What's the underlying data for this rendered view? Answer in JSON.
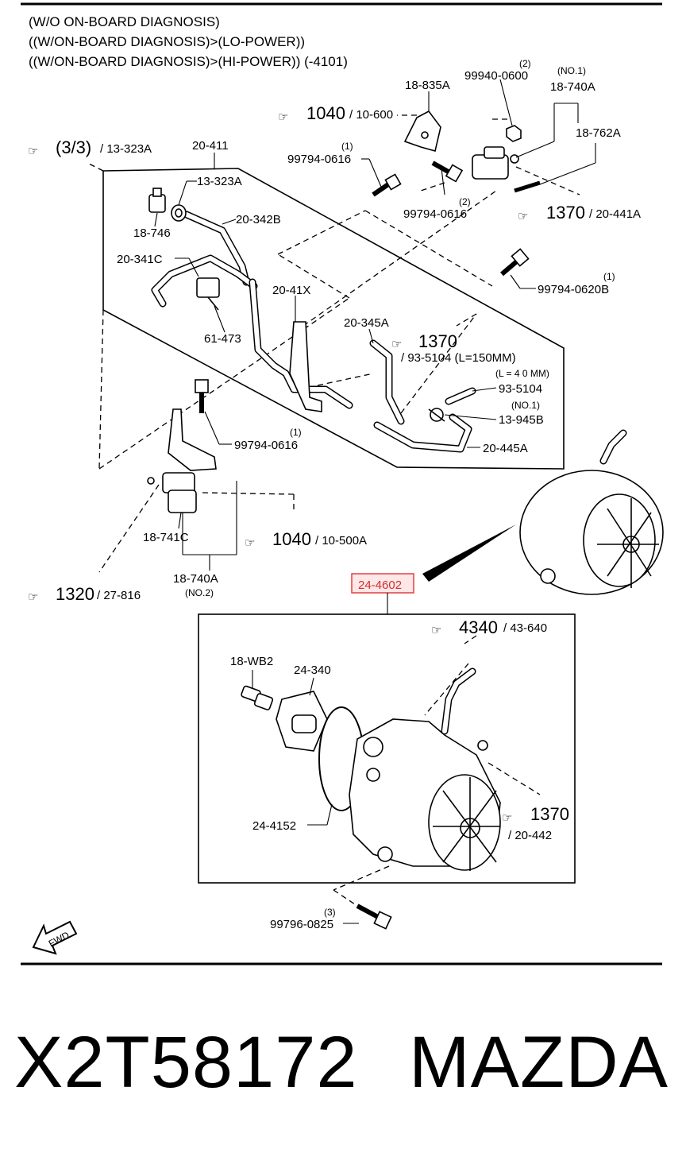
{
  "header": {
    "line1": "(W/O ON-BOARD DIAGNOSIS)",
    "line2": "((W/ON-BOARD DIAGNOSIS)>(LO-POWER))",
    "line3": "((W/ON-BOARD DIAGNOSIS)>(HI-POWER)) (-4101)"
  },
  "refs": [
    {
      "id": "ref-1040-10600",
      "num": "1040",
      "sub": "/ 10-600"
    },
    {
      "id": "ref-3-3",
      "num": "(3/3)",
      "sub": "/ 13-323A"
    },
    {
      "id": "ref-1370-20441a",
      "num": "1370",
      "sub": "/ 20-441A"
    },
    {
      "id": "ref-1370-935104",
      "num": "1370",
      "sub": "/ 93-5104 (L=150MM)"
    },
    {
      "id": "ref-1040-10500a",
      "num": "1040",
      "sub": "/ 10-500A"
    },
    {
      "id": "ref-1320-27816",
      "num": "1320",
      "sub": "/ 27-816"
    },
    {
      "id": "ref-4340-43640",
      "num": "4340",
      "sub": "/ 43-640"
    },
    {
      "id": "ref-1370-20442",
      "num": "1370",
      "sub": "/ 20-442"
    }
  ],
  "labels": {
    "p18835a": "18-835A",
    "p99940": "99940-0600",
    "p99940_qty": "(2)",
    "p18740a_no1": "(NO.1)",
    "p18740a": "18-740A",
    "p18762a": "18-762A",
    "p20411": "20-411",
    "p99794_0616_a_qty": "(1)",
    "p99794_0616_a": "99794-0616",
    "p13323a": "13-323A",
    "p99794_0616_b_qty": "(2)",
    "p99794_0616_b": "99794-0616",
    "p18746": "18-746",
    "p20342b": "20-342B",
    "p20341c": "20-341C",
    "p99794_0620b_qty": "(1)",
    "p99794_0620b": "99794-0620B",
    "p20_41x": "20-41X",
    "p61473": "61-473",
    "p20345a": "20-345A",
    "p935104_len": "(L = 4 0 MM)",
    "p935104": "93-5104",
    "p13945b_no1": "(NO.1)",
    "p13945b": "13-945B",
    "p99794_0616_c_qty": "(1)",
    "p99794_0616_c": "99794-0616",
    "p20445a": "20-445A",
    "p18741c": "18-741C",
    "p18740a2": "18-740A",
    "p18740a2_no2": "(NO.2)",
    "p24_4602": "24-4602",
    "p18wb2": "18-WB2",
    "p24340": "24-340",
    "p24_4152": "24-4152",
    "p99796_qty": "(3)",
    "p99796": "99796-0825",
    "fwd": "FWD"
  },
  "footer": {
    "part_number": "X2T58172",
    "brand": "MAZDA"
  },
  "colors": {
    "highlight_border": "#e04040",
    "highlight_fill": "#fde7e7"
  }
}
